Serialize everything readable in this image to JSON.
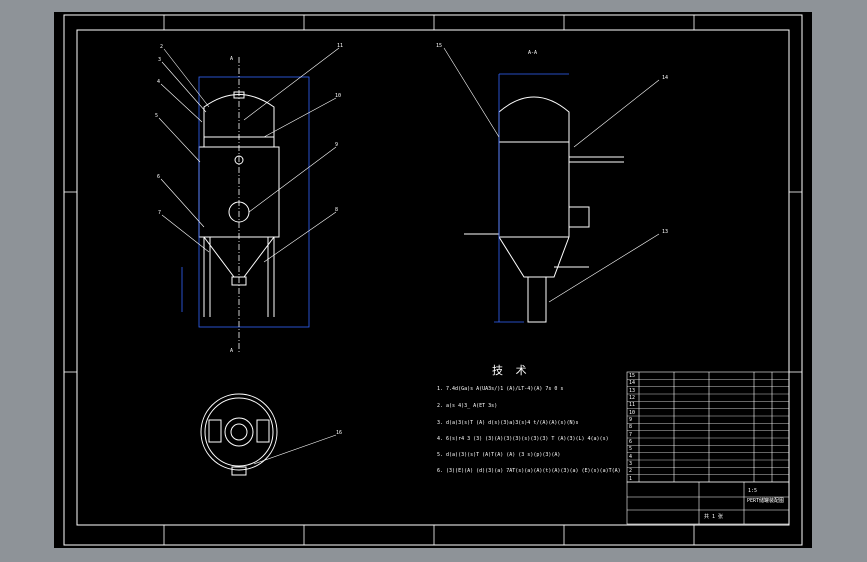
{
  "drawing": {
    "section_markers": {
      "top_a": "A",
      "bottom_a": "A",
      "side_view": "A-A"
    },
    "front_view_leaders": [
      "2",
      "3",
      "4",
      "5",
      "6",
      "7",
      "11",
      "10",
      "9",
      "8"
    ],
    "side_view_leaders": [
      "15",
      "14",
      "13"
    ],
    "plan_view_leader": "16",
    "notes_title": "技 术",
    "notes": [
      "1. 7.4d(Ga)s A(UA3s/)1  (A)/LT-4)(A) 7s  0 s",
      "2. a(s 4)3_ A(ET 3s)",
      "3. d(a)3(s)T  (A) d(s)(3)a)3(s)4 t/(A)(A)(s)(N)s",
      "4. 6(s)r4 3 (3) (3)(A)(3)(3)(s)(3)(3)  T (A)(3)(L)  4(a)(s)",
      "5. d(a)(3)(s)T (A)T(A) (A)  (3 s)(p)(3)(A)",
      "6. (3)(E)(A) (d)(3)(a)  7AT(s)(a)(A)(t)(A)(3)(a)  (E)(s)(a)T(A)"
    ],
    "title_block": {
      "drawing_name": "PERT储罐装配图",
      "scale": "1:5",
      "sheet": "共 1 张",
      "rows": [
        "15",
        "14",
        "13",
        "12",
        "11",
        "10",
        "9",
        "8",
        "7",
        "6",
        "5",
        "4",
        "3",
        "2",
        "1"
      ]
    }
  }
}
